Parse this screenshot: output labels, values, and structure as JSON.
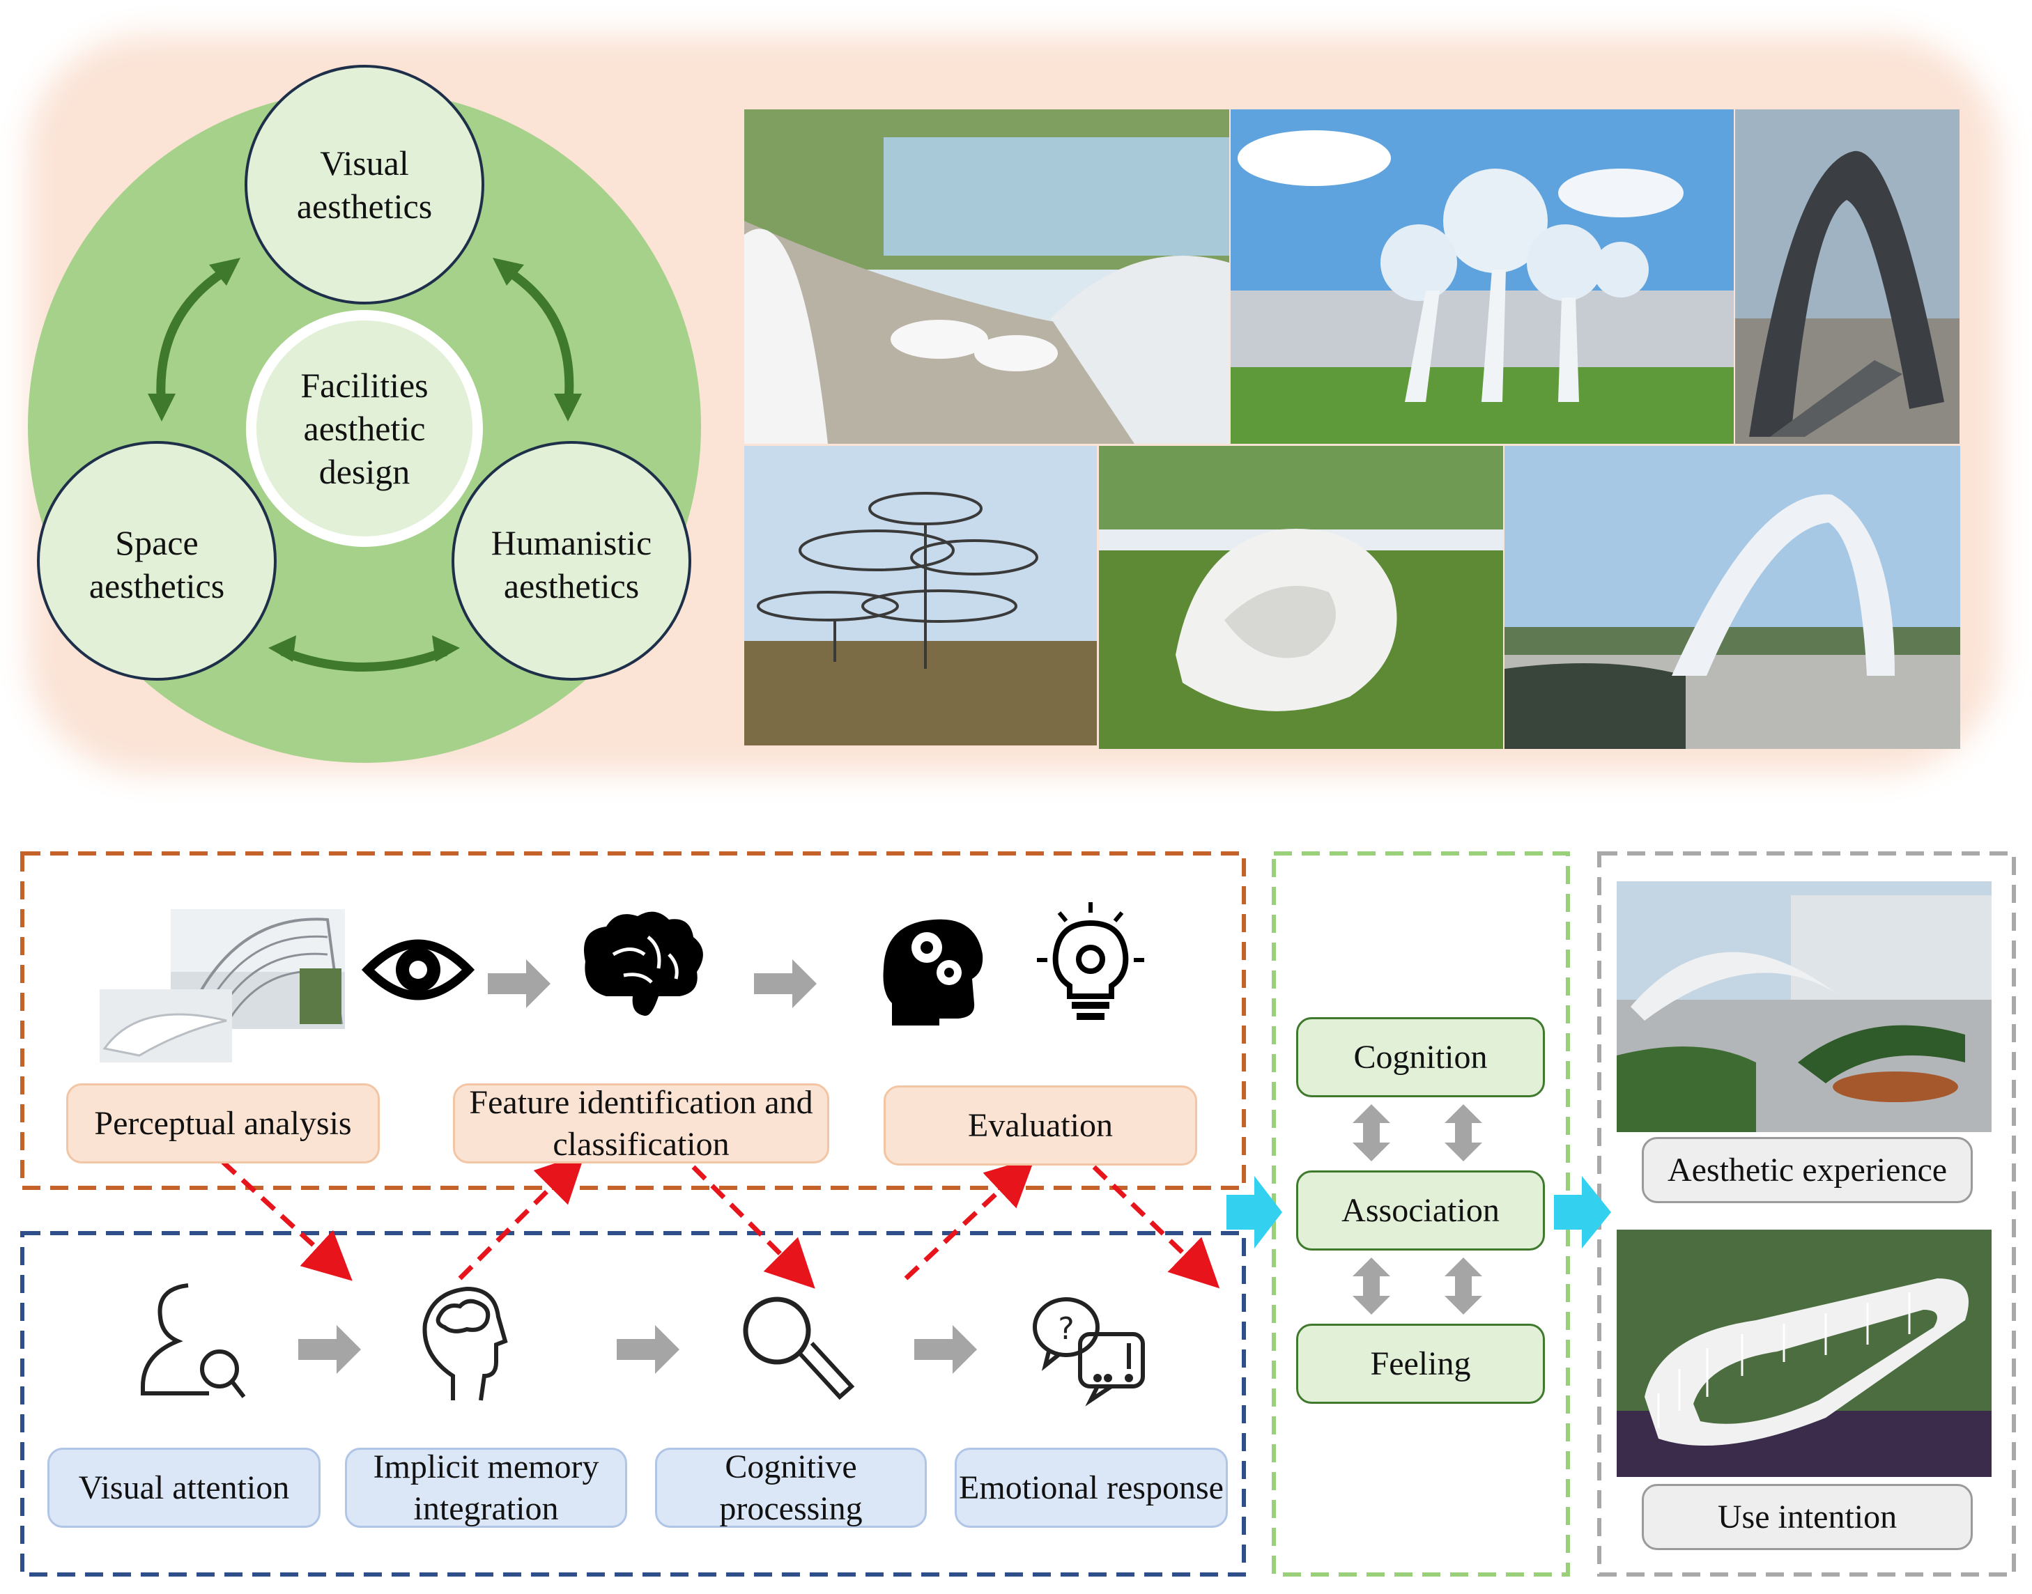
{
  "aesthetics": {
    "center": "Facilities aesthetic design",
    "visual": "Visual aesthetics",
    "space": "Space aesthetics",
    "humanistic": "Humanistic aesthetics"
  },
  "perception_process": {
    "perceptual_analysis": "Perceptual analysis",
    "feature_identification": "Feature identification and classification",
    "evaluation": "Evaluation"
  },
  "cognitive_process": {
    "visual_attention": "Visual attention",
    "implicit_memory": "Implicit memory integration",
    "cognitive_processing": "Cognitive processing",
    "emotional_response": "Emotional response"
  },
  "middle": {
    "cognition": "Cognition",
    "association": "Association",
    "feeling": "Feeling"
  },
  "outcome": {
    "aesthetic_experience": "Aesthetic experience",
    "use_intention": "Use intention"
  },
  "colors": {
    "background_blush": "#fbe3d6",
    "circle_green": "#a6d18a",
    "arrow_green": "#3f7a2c",
    "orange_dash": "#c5622a",
    "blue_dash": "#2e4f8a",
    "green_dash": "#9bd07a",
    "gray_dash": "#a8a8a8",
    "red_arrow": "#e8141c",
    "cyan_arrow": "#33d0f0"
  }
}
